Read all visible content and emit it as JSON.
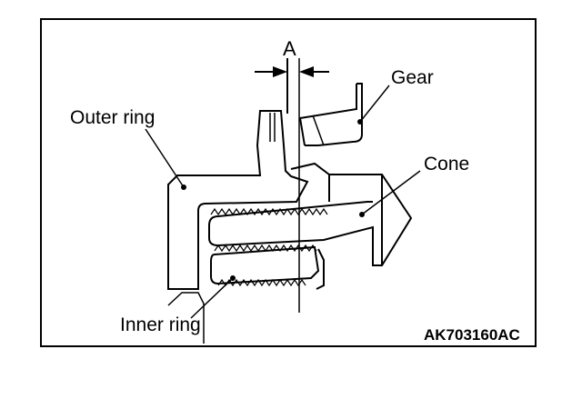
{
  "figure": {
    "dimension_label": "A",
    "figure_code": "AK703160AC",
    "callouts": {
      "gear": "Gear",
      "outer_ring": "Outer ring",
      "cone": "Cone",
      "inner_ring": "Inner ring"
    }
  },
  "colors": {
    "line": "#000000",
    "background": "#ffffff"
  }
}
